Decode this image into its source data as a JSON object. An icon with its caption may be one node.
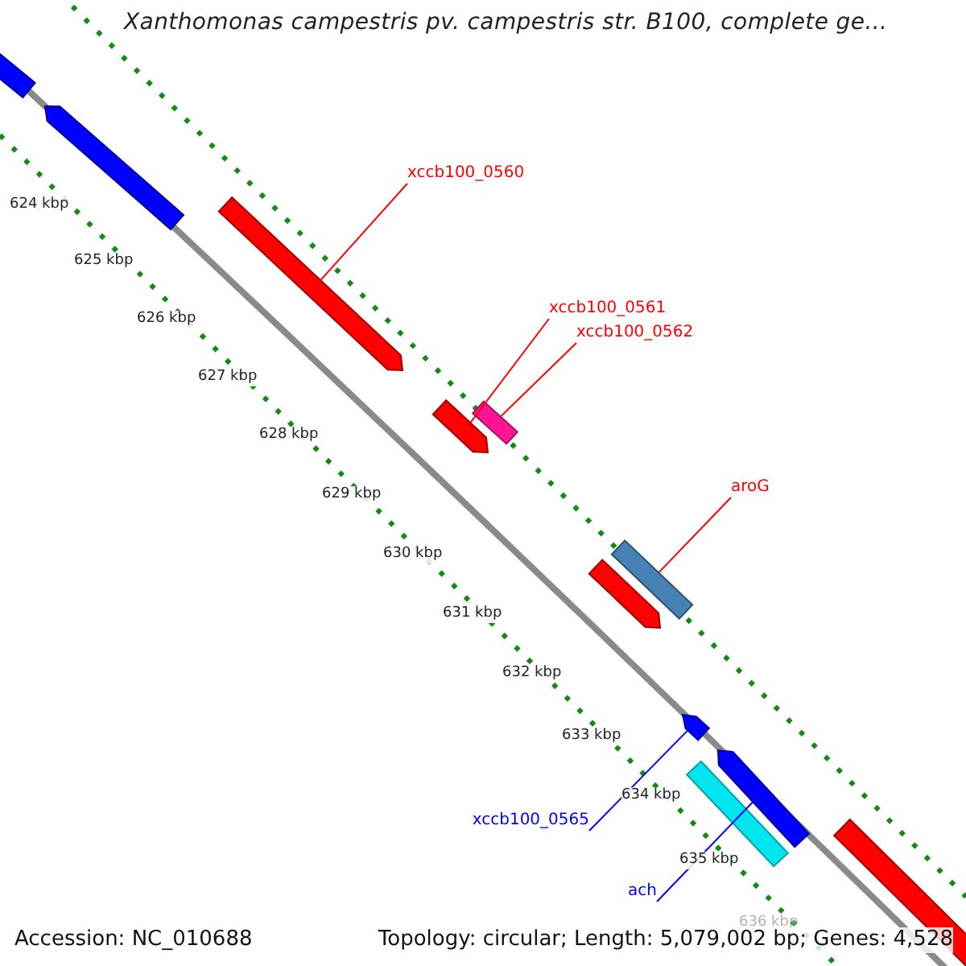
{
  "diagram": {
    "title": "Xanthomonas campestris pv. campestris str. B100, complete ge...",
    "nodes": [
      {
        "text": [],
        "shape": "bar"
      },
      {
        "text": [],
        "shape": "bar"
      },
      {
        "text": [],
        "shape": "bar"
      },
      {
        "text": [],
        "shape": "bar"
      },
      {
        "text": [],
        "shape": "bar"
      },
      {
        "text": [],
        "shape": "bar"
      },
      {
        "text": [],
        "shape": "bar"
      },
      {
        "text": [],
        "shape": "bar"
      },
      {
        "text": [],
        "shape": "bar"
      },
      {
        "text": [],
        "shape": "bar"
      },
      {
        "text": [],
        "shape": "bar"
      },
      {
        "text": [
          "xccb100_0560"
        ]
      },
      {
        "text": [
          "xccb100_0561"
        ]
      },
      {
        "text": [
          "xccb100_0562"
        ]
      },
      {
        "text": [
          "aroG"
        ]
      },
      {
        "text": [
          "xccb100_0565"
        ]
      },
      {
        "text": [
          "ach"
        ]
      }
    ],
    "edges": [
      {
        "from": 11,
        "to": 2,
        "arrow": "none"
      },
      {
        "from": 12,
        "to": 3,
        "arrow": "none"
      },
      {
        "from": 13,
        "to": 4,
        "arrow": "none"
      },
      {
        "from": 14,
        "to": 6,
        "arrow": "none"
      },
      {
        "from": 15,
        "to": 7,
        "arrow": "none",
        "color": "#0000ff"
      },
      {
        "from": 16,
        "to": 8,
        "arrow": "none",
        "color": "#0000ff"
      }
    ],
    "labels": [
      "624 kbp",
      "625 kbp",
      "626 kbp",
      "627 kbp",
      "628 kbp",
      "629 kbp",
      "630 kbp",
      "631 kbp",
      "632 kbp",
      "633 kbp",
      "634 kbp",
      "635 kbp",
      "636 kbp",
      "Accession: NC_010688",
      "Topology: circular; Length: 5,079,002 bp; Genes: 4,528"
    ]
  }
}
